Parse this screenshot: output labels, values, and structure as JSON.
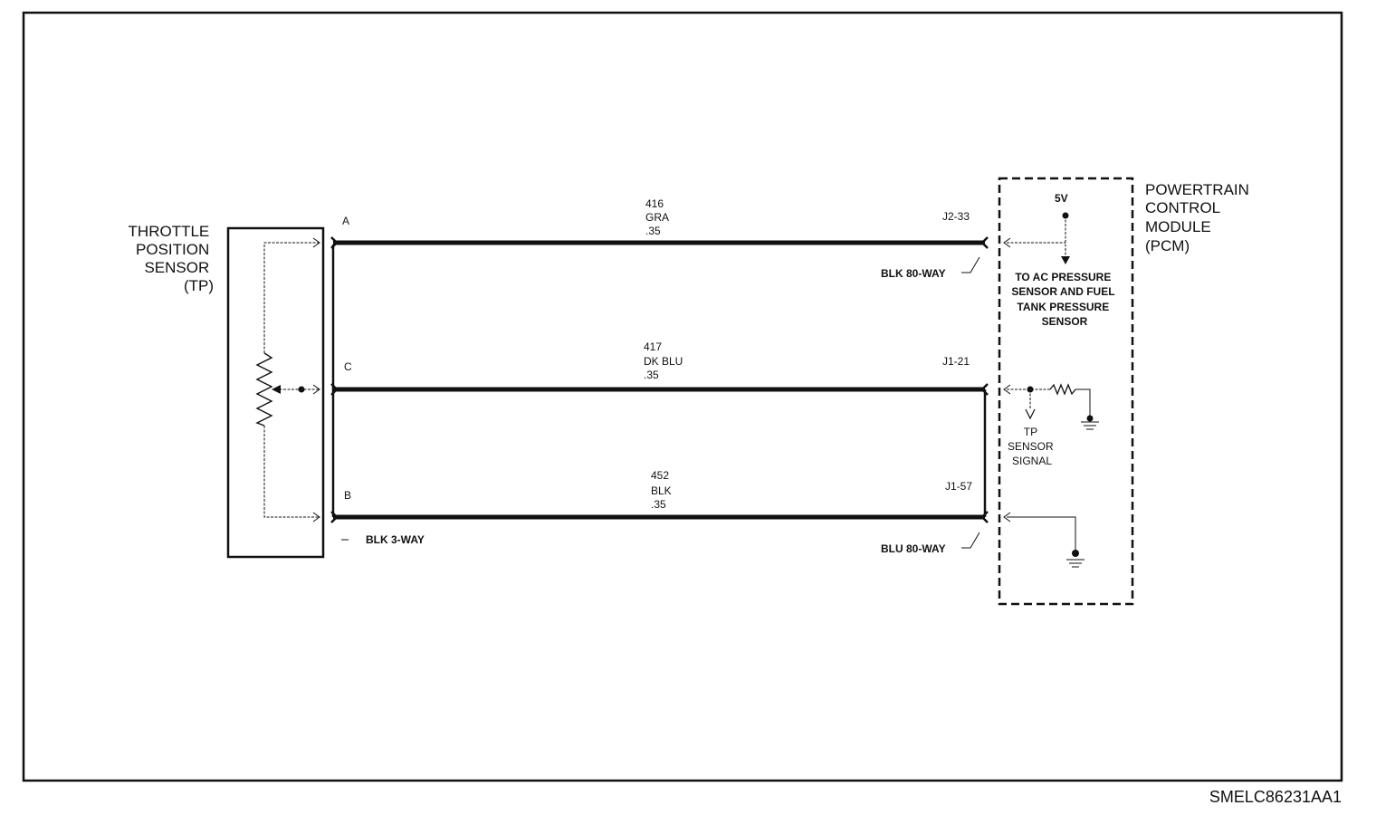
{
  "tp_sensor": {
    "title_lines": [
      "THROTTLE",
      "POSITION",
      "SENSOR",
      "(TP)"
    ],
    "connector": "BLK 3-WAY",
    "pins": {
      "a": "A",
      "c": "C",
      "b": "B"
    }
  },
  "pcm": {
    "title_lines": [
      "POWERTRAIN",
      "CONTROL",
      "MODULE",
      "(PCM)"
    ],
    "ref_voltage": "5V",
    "ac_note_lines": [
      "TO AC PRESSURE",
      "SENSOR AND FUEL",
      "TANK PRESSURE",
      "SENSOR"
    ],
    "signal_note_lines": [
      "TP",
      "SENSOR",
      "SIGNAL"
    ],
    "connector_top": "BLK 80-WAY",
    "connector_bottom": "BLU 80-WAY"
  },
  "circuits": [
    {
      "number": "416",
      "color": "GRA",
      "gauge": ".35",
      "pcm_pin": "J2-33"
    },
    {
      "number": "417",
      "color": "DK BLU",
      "gauge": ".35",
      "pcm_pin": "J1-21"
    },
    {
      "number": "452",
      "color": "BLK",
      "gauge": ".35",
      "pcm_pin": "J1-57"
    }
  ],
  "figure_code": "SMELC86231AA1"
}
